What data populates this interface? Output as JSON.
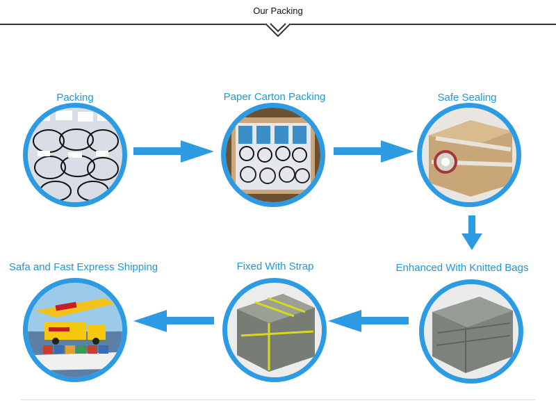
{
  "header": {
    "title": "Our Packing"
  },
  "colors": {
    "accent": "#2c9be3",
    "label": "#1e98d8"
  },
  "steps": [
    {
      "label": "Packing"
    },
    {
      "label": "Paper Carton Packing"
    },
    {
      "label": "Safe Sealing"
    },
    {
      "label": "Enhanced With Knitted Bags"
    },
    {
      "label": "Fixed With Strap"
    },
    {
      "label": "Safa and Fast Express Shipping"
    }
  ]
}
